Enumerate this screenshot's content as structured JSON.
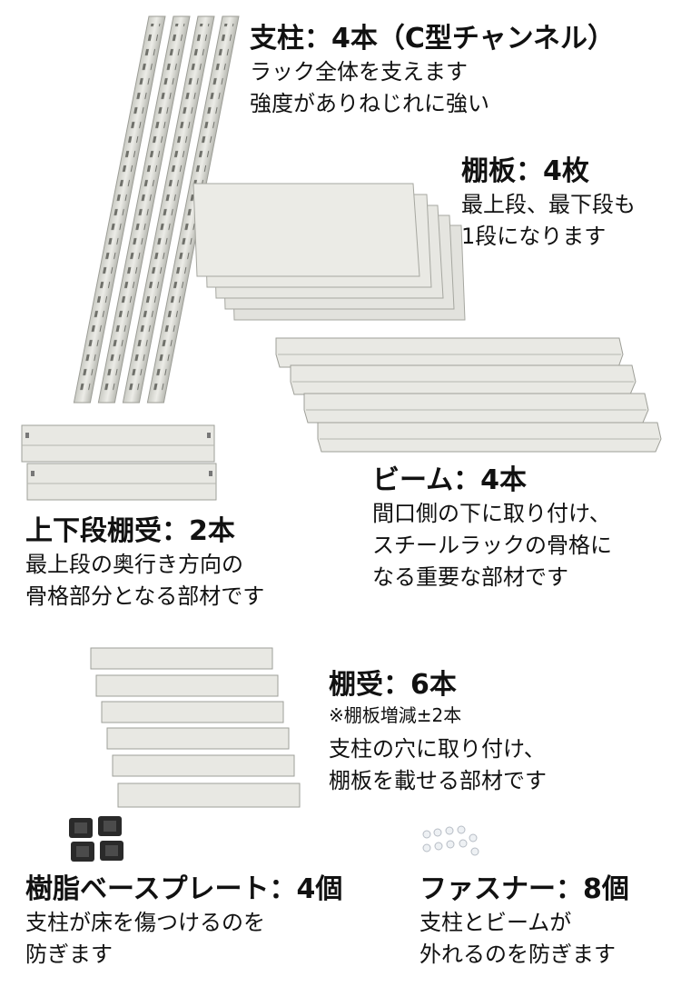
{
  "sections": {
    "post": {
      "title": "支柱：4本（C型チャンネル）",
      "desc": [
        "ラック全体を支えます",
        "強度がありねじれに強い"
      ]
    },
    "shelf": {
      "title": "棚板：4枚",
      "desc": [
        "最上段、最下段も",
        "1段になります"
      ]
    },
    "beam": {
      "title": "ビーム：4本",
      "desc": [
        "間口側の下に取り付け、",
        "スチールラックの骨格に",
        "なる重要な部材です"
      ]
    },
    "support_top_bottom": {
      "title": "上下段棚受：2本",
      "desc": [
        "最上段の奥行き方向の",
        "骨格部分となる部材です"
      ]
    },
    "support": {
      "title": "棚受：6本",
      "note": "※棚板増減±2本",
      "desc": [
        "支柱の穴に取り付け、",
        "棚板を載せる部材です"
      ]
    },
    "base_plate": {
      "title": "樹脂ベースプレート：4個",
      "desc": [
        "支柱が床を傷つけるのを",
        "防ぎます"
      ]
    },
    "fastener": {
      "title": "ファスナー：8個",
      "desc": [
        "支柱とビームが",
        "外れるのを防ぎます"
      ]
    }
  },
  "colors": {
    "part_fill": "#e6e6e1",
    "part_edge": "#a9aaa3",
    "part_dark": "#8c8d86",
    "plate_black": "#2a2a2a"
  }
}
